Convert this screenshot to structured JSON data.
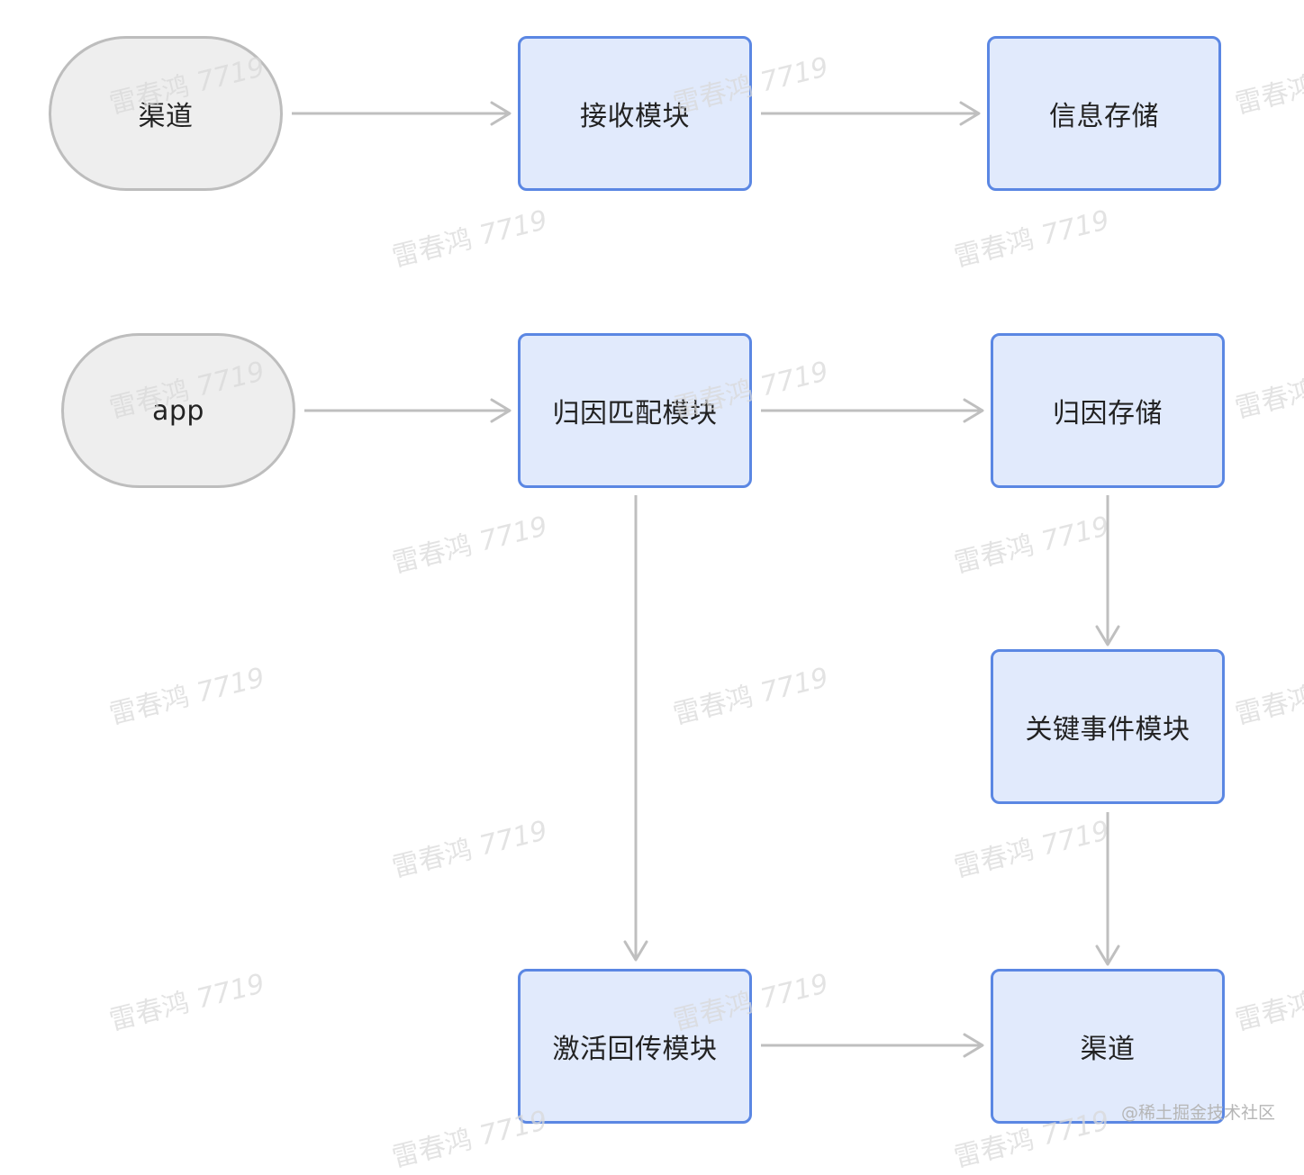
{
  "diagram": {
    "nodes": {
      "channel_source": "渠道",
      "receive_module": "接收模块",
      "info_storage": "信息存储",
      "app": "app",
      "attribution_match_module": "归因匹配模块",
      "attribution_storage": "归因存储",
      "key_event_module": "关键事件模块",
      "activation_postback_module": "激活回传模块",
      "channel_target": "渠道"
    },
    "edges": [
      {
        "from": "渠道",
        "to": "接收模块"
      },
      {
        "from": "接收模块",
        "to": "信息存储"
      },
      {
        "from": "app",
        "to": "归因匹配模块"
      },
      {
        "from": "归因匹配模块",
        "to": "归因存储"
      },
      {
        "from": "归因匹配模块",
        "to": "激活回传模块"
      },
      {
        "from": "归因存储",
        "to": "关键事件模块"
      },
      {
        "from": "关键事件模块",
        "to": "渠道"
      },
      {
        "from": "激活回传模块",
        "to": "渠道"
      }
    ],
    "colors": {
      "terminal_fill": "#eeeeee",
      "terminal_border": "#bdbdbd",
      "process_fill": "#e1eafc",
      "process_border": "#5b87e3",
      "edge": "#bfbfbf"
    }
  },
  "watermark": {
    "name": "雷春鸿",
    "number": "7719"
  },
  "footer": {
    "attribution": "@稀土掘金技术社区"
  }
}
